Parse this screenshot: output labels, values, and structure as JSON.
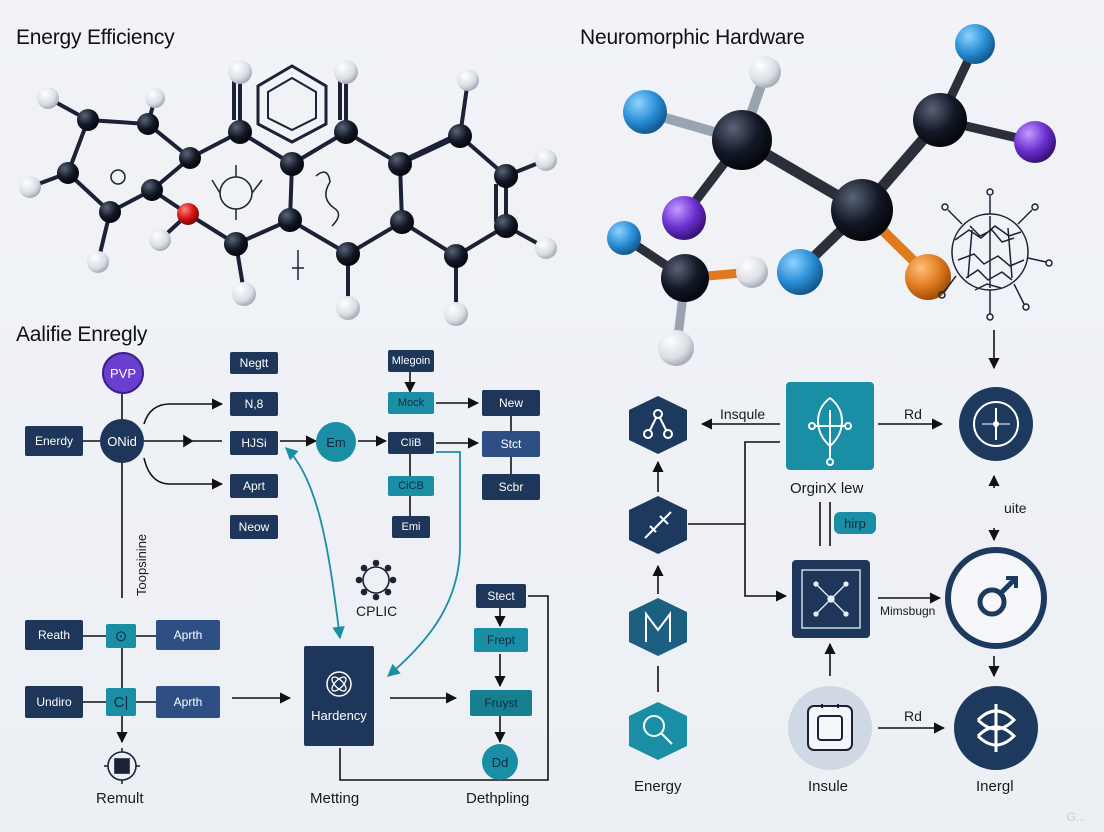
{
  "headings": {
    "energy_efficiency": "Energy Efficiency",
    "neuromorphic_hardware": "Neuromorphic Hardware",
    "alafe_energy": "Aalifie Enregly"
  },
  "left_flow": {
    "pvp": "PVP",
    "energy": "Enerdy",
    "onid": "ONid",
    "negt": "Negtt",
    "n8": "N,8",
    "hsi": "HJSi",
    "aprt_small": "Aprt",
    "neow": "Neow",
    "em": "Em",
    "mlegoin": "Mlegoin",
    "mock": "Mock",
    "cib": "CIiB",
    "cib2": "CiCB",
    "emi": "Emi",
    "new": "New",
    "stct": "Stct",
    "scbr": "Scbr",
    "topsinine": "Toopsinine",
    "cplic": "CPLIC",
    "reath": "Reath",
    "gear": "⊙",
    "aprth1": "Aprth",
    "undiro": "Undiro",
    "cl": "C|",
    "aprth2": "Aprth",
    "remult": "Remult",
    "hardency": "Hardency",
    "metting": "Metting",
    "stect": "Stect",
    "frept": "Frept",
    "fruyst": "Fruyst",
    "dd": "Dd",
    "dethpling": "Dethpling"
  },
  "right_flow": {
    "insqule": "Insqule",
    "rd_top": "Rd",
    "originx": "OrginX lew",
    "hirp": "hirp",
    "uite": "uite",
    "mimsbugn": "Mimsbugn",
    "rd_bottom": "Rd",
    "energy": "Energy",
    "insule": "Insule",
    "inergl": "Inergl"
  },
  "colors": {
    "navy": "#1e3659",
    "blue": "#2d4f84",
    "teal": "#1a8ea4",
    "purple": "#6a3fd0",
    "hex_navy": "#1d3a5e"
  },
  "watermark": "G..."
}
